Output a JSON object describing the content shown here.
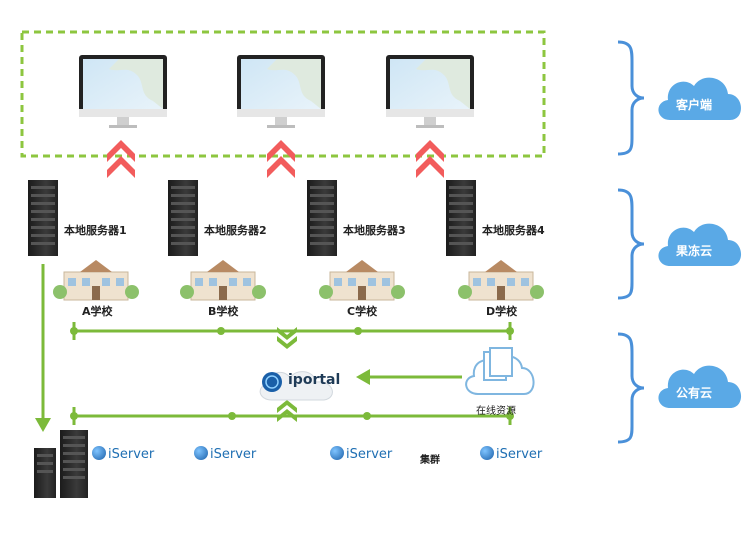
{
  "layers": {
    "client": "客户端",
    "cloud": "果冻云",
    "public": "公有云"
  },
  "servers": [
    "本地服务器1",
    "本地服务器2",
    "本地服务器3",
    "本地服务器4"
  ],
  "schools": [
    "A学校",
    "B学校",
    "C学校",
    "D学校"
  ],
  "portal": "iportal",
  "online_resource": "在线资源",
  "cluster": "集群",
  "iserver": "iServer",
  "colors": {
    "dash_border": "#8dc63f",
    "line_green": "#7cba3a",
    "arrow_red": "#f25c5c",
    "brace_blue": "#4a90d9",
    "cloud_blue": "#5aa9e6"
  }
}
